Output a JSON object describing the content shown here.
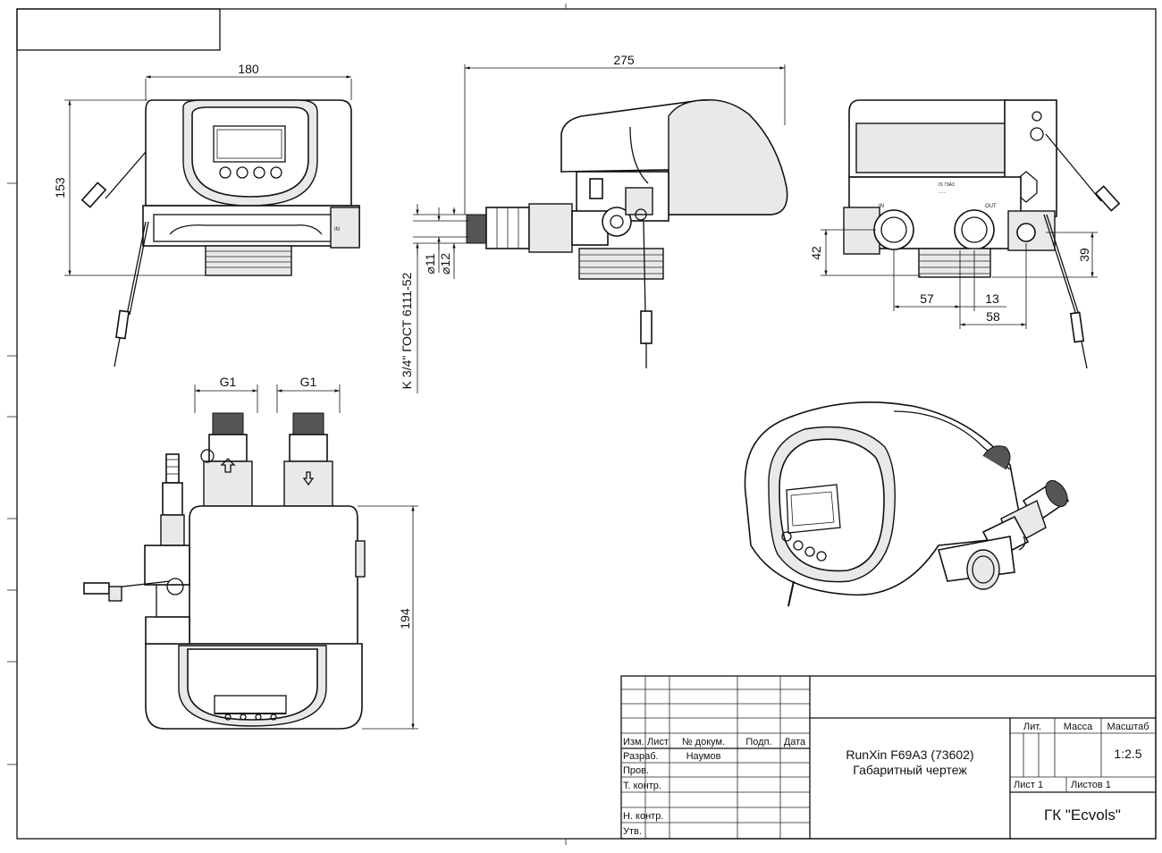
{
  "dimensions": {
    "front_width": "180",
    "front_height": "153",
    "side_width": "275",
    "thread_label": "K 3/4\" ГОСТ 6111-52",
    "dia_11": "⌀11",
    "dia_12": "⌀12",
    "rear_42": "42",
    "rear_57": "57",
    "rear_13": "13",
    "rear_58": "58",
    "rear_39": "39",
    "top_g1_left": "G1",
    "top_g1_right": "G1",
    "top_194": "194"
  },
  "port_labels": {
    "in": "IN",
    "out": "OUT"
  },
  "title_block": {
    "headers": {
      "izm": "Изм.",
      "list": "Лист",
      "doc": "№ докум.",
      "sign": "Подп.",
      "date": "Дата"
    },
    "rows": {
      "razrab": "Разраб.",
      "razrab_name": "Наумов",
      "prov": "Пров.",
      "tkontr": "Т. контр.",
      "nkontr": "Н. контр.",
      "utv": "Утв."
    },
    "title_line1": "RunXin F69A3 (73602)",
    "title_line2": "Габаритный чертеж",
    "lit": "Лит.",
    "massa": "Масса",
    "masshtab": "Масштаб",
    "scale": "1:2.5",
    "sheet": "Лист 1",
    "sheets": "Листов 1",
    "company": "ГК \"Ecvols\""
  }
}
